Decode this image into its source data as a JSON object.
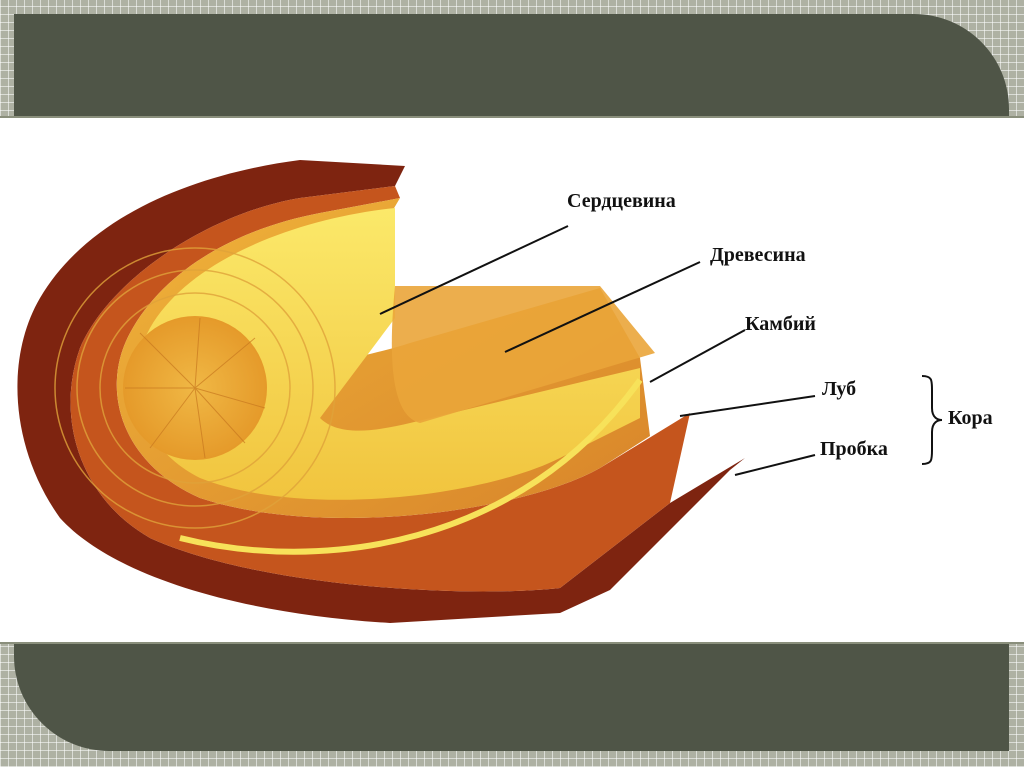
{
  "labels": {
    "pith": "Сердцевина",
    "wood": "Древесина",
    "cambium": "Камбий",
    "phloem": "Луб",
    "cork": "Пробка",
    "bark": "Кора"
  },
  "colors": {
    "frame": "#4f5547",
    "bark": "#8a2a12",
    "wood": "#e9a12c",
    "sapwood": "#f6df52",
    "phloem": "#c9541c"
  }
}
